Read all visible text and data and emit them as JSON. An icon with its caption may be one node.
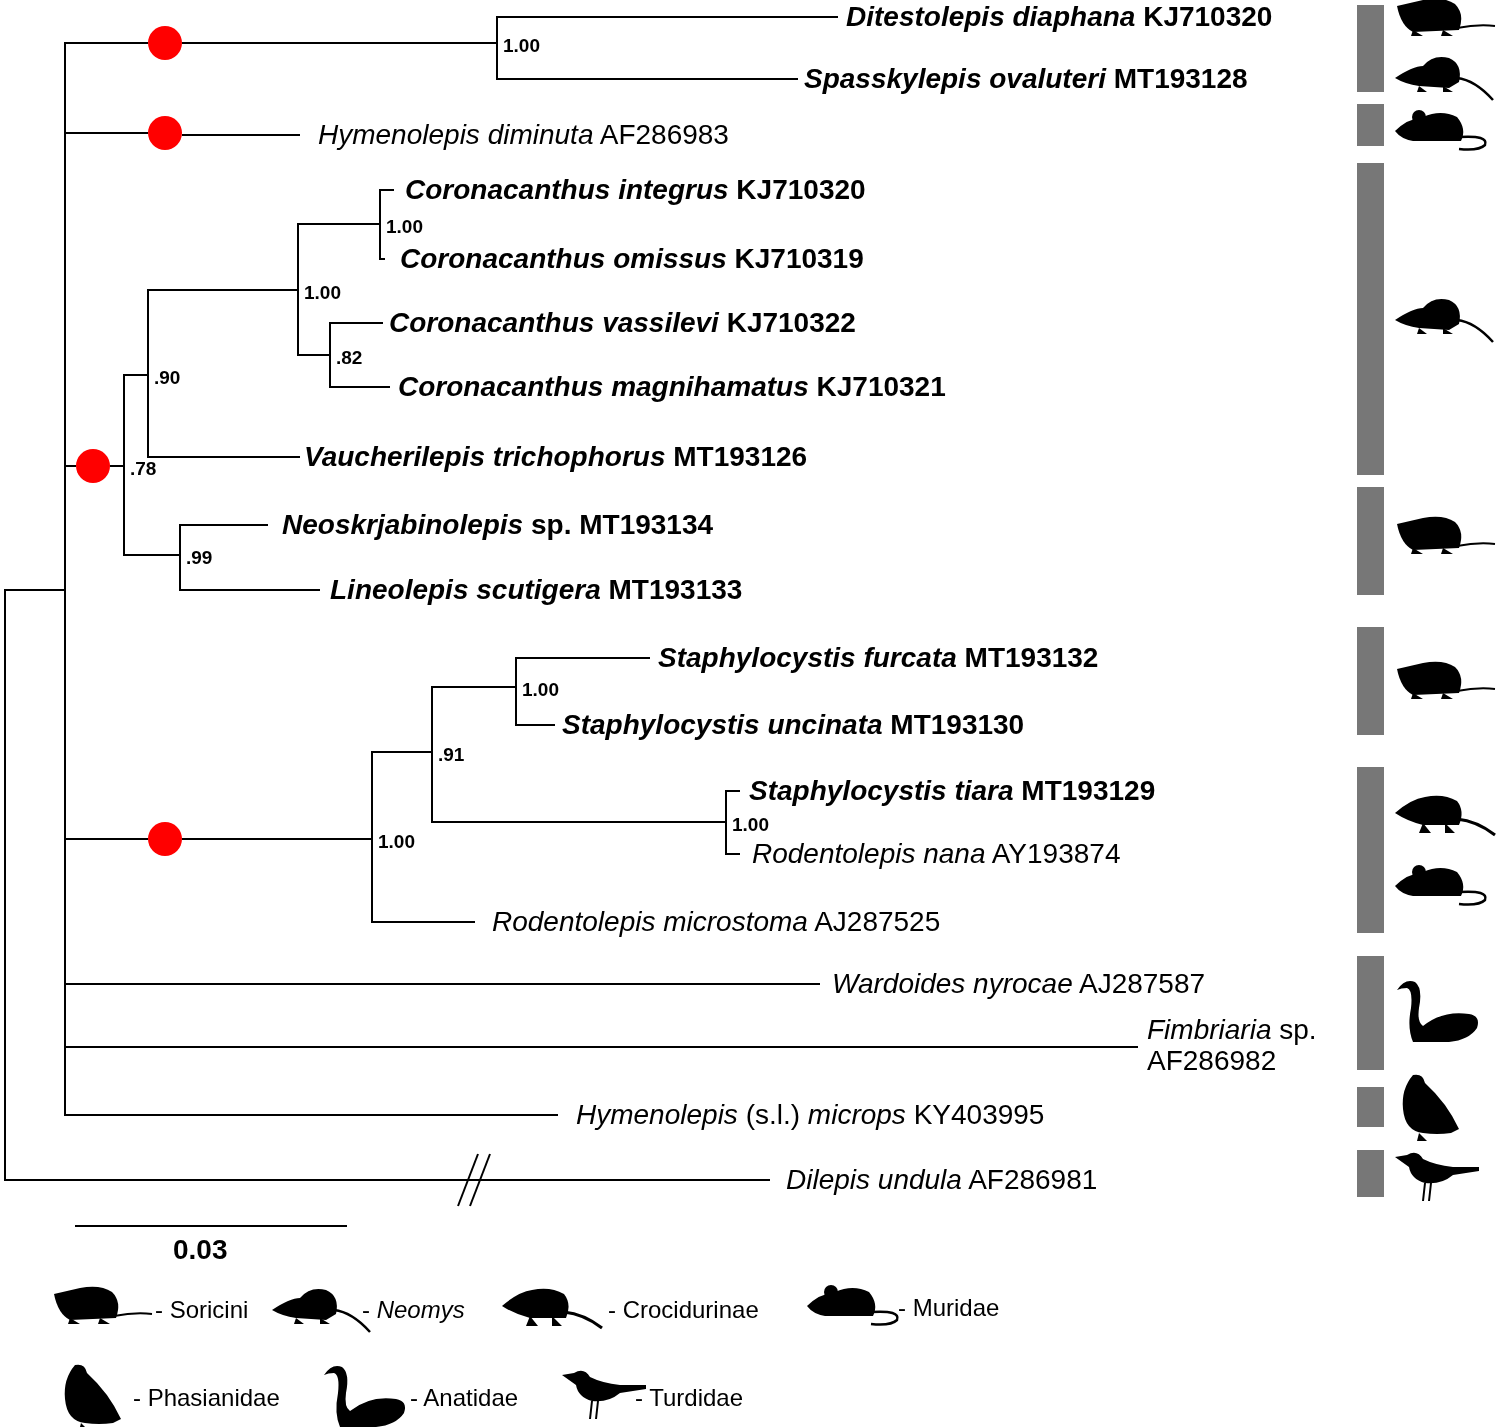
{
  "diagram": {
    "nodes": [
      {
        "text": [],
        "shape": "bar"
      },
      {
        "text": [],
        "shape": "bar"
      },
      {
        "text": [],
        "shape": "circle"
      },
      {
        "text": [
          "1.00"
        ]
      },
      {
        "text": [
          "***Ditestolepis diaphana* KJ710320**"
        ]
      },
      {
        "text": [
          "***Spasskylepis ovaluteri* MT193128**"
        ]
      },
      {
        "text": [],
        "shape": "circle"
      },
      {
        "text": [
          "*Hymenolepis diminuta* AF286983"
        ]
      },
      {
        "text": [],
        "shape": "circle"
      },
      {
        "text": [
          ".78"
        ]
      },
      {
        "text": [
          ".90"
        ]
      },
      {
        "text": [
          "1.00"
        ]
      },
      {
        "text": [
          "1.00"
        ]
      },
      {
        "text": [
          "***Coronacanthus integrus* KJ710320**"
        ]
      },
      {
        "text": [
          "***Coronacanthus omissus* KJ710319**"
        ]
      },
      {
        "text": [
          ".82"
        ]
      },
      {
        "text": [
          "***Coronacanthus vassilevi* KJ710322**"
        ]
      },
      {
        "text": [
          "***Coronacanthus magnihamatus* KJ710321**"
        ]
      },
      {
        "text": [
          "***Vaucherilepis trichophorus* MT193126**"
        ]
      },
      {
        "text": [
          ".99"
        ]
      },
      {
        "text": [
          "***Neoskrjabinolepis* sp. MT193134**"
        ]
      },
      {
        "text": [
          "***Lineolepis scutigera* MT193133**"
        ]
      },
      {
        "text": [],
        "shape": "circle"
      },
      {
        "text": [
          "1.00"
        ]
      },
      {
        "text": [
          ".91"
        ]
      },
      {
        "text": [
          "1.00"
        ]
      },
      {
        "text": [
          "***Staphylocystis furcata* MT193132**"
        ]
      },
      {
        "text": [
          "***Staphylocystis uncinata* MT193130**"
        ]
      },
      {
        "text": [
          "1.00"
        ]
      },
      {
        "text": [
          "***Staphylocystis tiara* MT193129**"
        ]
      },
      {
        "text": [
          "*Rodentolepis nana* AY193874"
        ]
      },
      {
        "text": [
          "*Rodentolepis microstoma* AJ287525"
        ]
      },
      {
        "text": [
          "*Wardoides nyrocae* AJ287587"
        ]
      },
      {
        "text": [
          "*Fimbriaria* sp. AF286982"
        ]
      },
      {
        "text": [
          "*Hymenolepis* (s.l.) *microps* KY403995"
        ]
      },
      {
        "text": [
          "*Dilepis undula* AF286981"
        ]
      }
    ],
    "edges": [
      {
        "from": 0,
        "to": 1,
        "arrow": "none"
      },
      {
        "from": 0,
        "to": 35,
        "arrow": "none"
      },
      {
        "from": 1,
        "to": 2,
        "arrow": "none"
      },
      {
        "from": 2,
        "to": 3,
        "arrow": "none"
      },
      {
        "from": 3,
        "to": 4,
        "arrow": "none"
      },
      {
        "from": 3,
        "to": 5,
        "arrow": "none"
      },
      {
        "from": 1,
        "to": 6,
        "arrow": "none"
      },
      {
        "from": 6,
        "to": 7,
        "arrow": "none"
      },
      {
        "from": 1,
        "to": 8,
        "arrow": "none"
      },
      {
        "from": 8,
        "to": 9,
        "arrow": "none"
      },
      {
        "from": 9,
        "to": 10,
        "arrow": "none"
      },
      {
        "from": 10,
        "to": 11,
        "arrow": "none"
      },
      {
        "from": 11,
        "to": 12,
        "arrow": "none"
      },
      {
        "from": 12,
        "to": 13,
        "arrow": "none"
      },
      {
        "from": 12,
        "to": 14,
        "arrow": "none"
      },
      {
        "from": 11,
        "to": 15,
        "arrow": "none"
      },
      {
        "from": 15,
        "to": 16,
        "arrow": "none"
      },
      {
        "from": 15,
        "to": 17,
        "arrow": "none"
      },
      {
        "from": 10,
        "to": 18,
        "arrow": "none"
      },
      {
        "from": 9,
        "to": 19,
        "arrow": "none"
      },
      {
        "from": 19,
        "to": 20,
        "arrow": "none"
      },
      {
        "from": 19,
        "to": 21,
        "arrow": "none"
      },
      {
        "from": 1,
        "to": 22,
        "arrow": "none"
      },
      {
        "from": 22,
        "to": 23,
        "arrow": "none"
      },
      {
        "from": 23,
        "to": 24,
        "arrow": "none"
      },
      {
        "from": 24,
        "to": 25,
        "arrow": "none"
      },
      {
        "from": 25,
        "to": 26,
        "arrow": "none"
      },
      {
        "from": 25,
        "to": 27,
        "arrow": "none"
      },
      {
        "from": 24,
        "to": 28,
        "arrow": "none"
      },
      {
        "from": 28,
        "to": 29,
        "arrow": "none"
      },
      {
        "from": 28,
        "to": 30,
        "arrow": "none"
      },
      {
        "from": 23,
        "to": 31,
        "arrow": "none"
      },
      {
        "from": 1,
        "to": 32,
        "arrow": "none"
      },
      {
        "from": 1,
        "to": 33,
        "arrow": "none"
      },
      {
        "from": 1,
        "to": 34,
        "arrow": "none"
      }
    ],
    "labels": [
      "0.03"
    ],
    "legend": [
      {
        "text": "- Soricini"
      },
      {
        "text": "- *Neomys*"
      },
      {
        "text": "- Crocidurinae"
      },
      {
        "text": "- Muridae"
      },
      {
        "text": "- Phasianidae"
      },
      {
        "text": "- Anatidae"
      },
      {
        "text": "- Turdidae"
      }
    ]
  }
}
